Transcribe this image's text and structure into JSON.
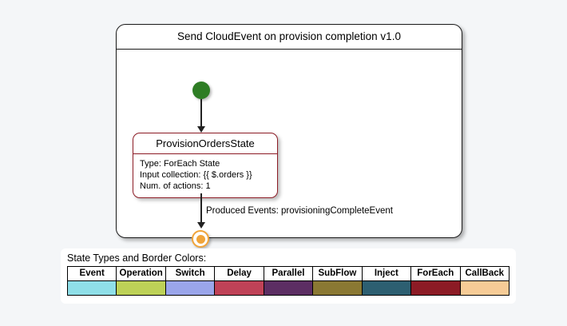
{
  "workflow": {
    "title": "Send CloudEvent on provision completion v1.0",
    "start_node": {
      "name": "start",
      "color": "#2e7d24"
    },
    "state": {
      "name": "ProvisionOrdersState",
      "details": [
        "Type: ForEach State",
        "Input collection: {{ $.orders }}",
        "Num. of actions: 1"
      ],
      "border_color": "#8c1b25"
    },
    "transition_label": "Produced Events: provisioningCompleteEvent",
    "end_node": {
      "name": "end",
      "color": "#f0a43a"
    }
  },
  "legend": {
    "caption": "State Types and Border Colors:",
    "items": [
      {
        "label": "Event",
        "color": "#8fdfe8"
      },
      {
        "label": "Operation",
        "color": "#bdd157"
      },
      {
        "label": "Switch",
        "color": "#9aa5ea"
      },
      {
        "label": "Delay",
        "color": "#bf4257"
      },
      {
        "label": "Parallel",
        "color": "#5c2e63"
      },
      {
        "label": "SubFlow",
        "color": "#8a7833"
      },
      {
        "label": "Inject",
        "color": "#2d5f71"
      },
      {
        "label": "ForEach",
        "color": "#8c1b25"
      },
      {
        "label": "CallBack",
        "color": "#f6cb96"
      }
    ]
  }
}
